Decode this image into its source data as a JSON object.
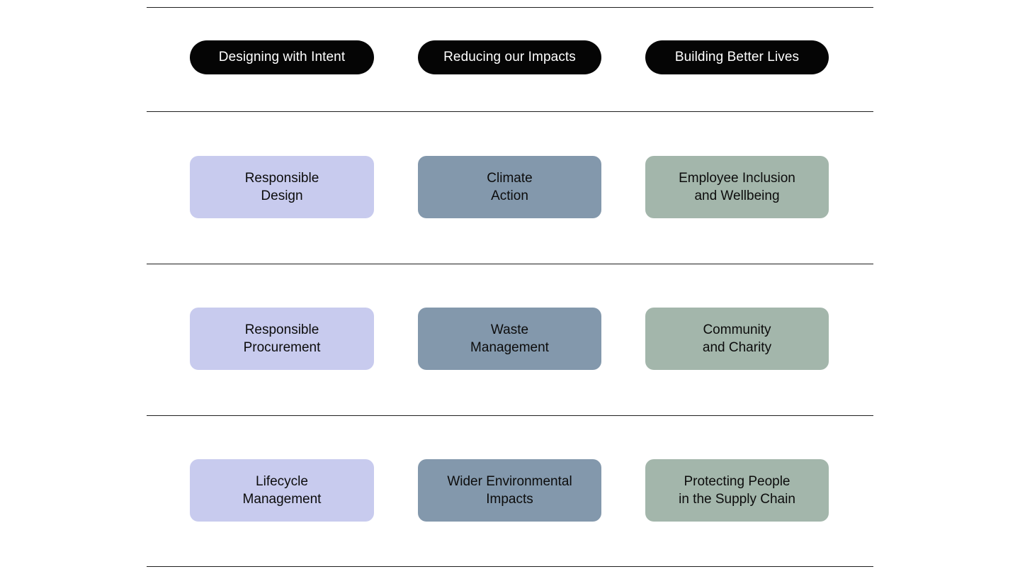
{
  "title": "Sustainability pillars matrix",
  "colors": {
    "background": "#ffffff",
    "divider": "#1f1f1f",
    "pill_bg": "#050505",
    "pill_text": "#ffffff",
    "card_text": "#0c0c0c"
  },
  "pillars": [
    {
      "label": "Designing with Intent",
      "card_color": "#c8cbee",
      "items": [
        "Responsible\nDesign",
        "Responsible\nProcurement",
        "Lifecycle\nManagement"
      ]
    },
    {
      "label": "Reducing our Impacts",
      "card_color": "#8398ac",
      "items": [
        "Climate\nAction",
        "Waste\nManagement",
        "Wider Environmental\nImpacts"
      ]
    },
    {
      "label": "Building Better Lives",
      "card_color": "#a3b6ab",
      "items": [
        "Employee Inclusion\nand Wellbeing",
        "Community\nand Charity",
        "Protecting People\nin the Supply Chain"
      ]
    }
  ]
}
